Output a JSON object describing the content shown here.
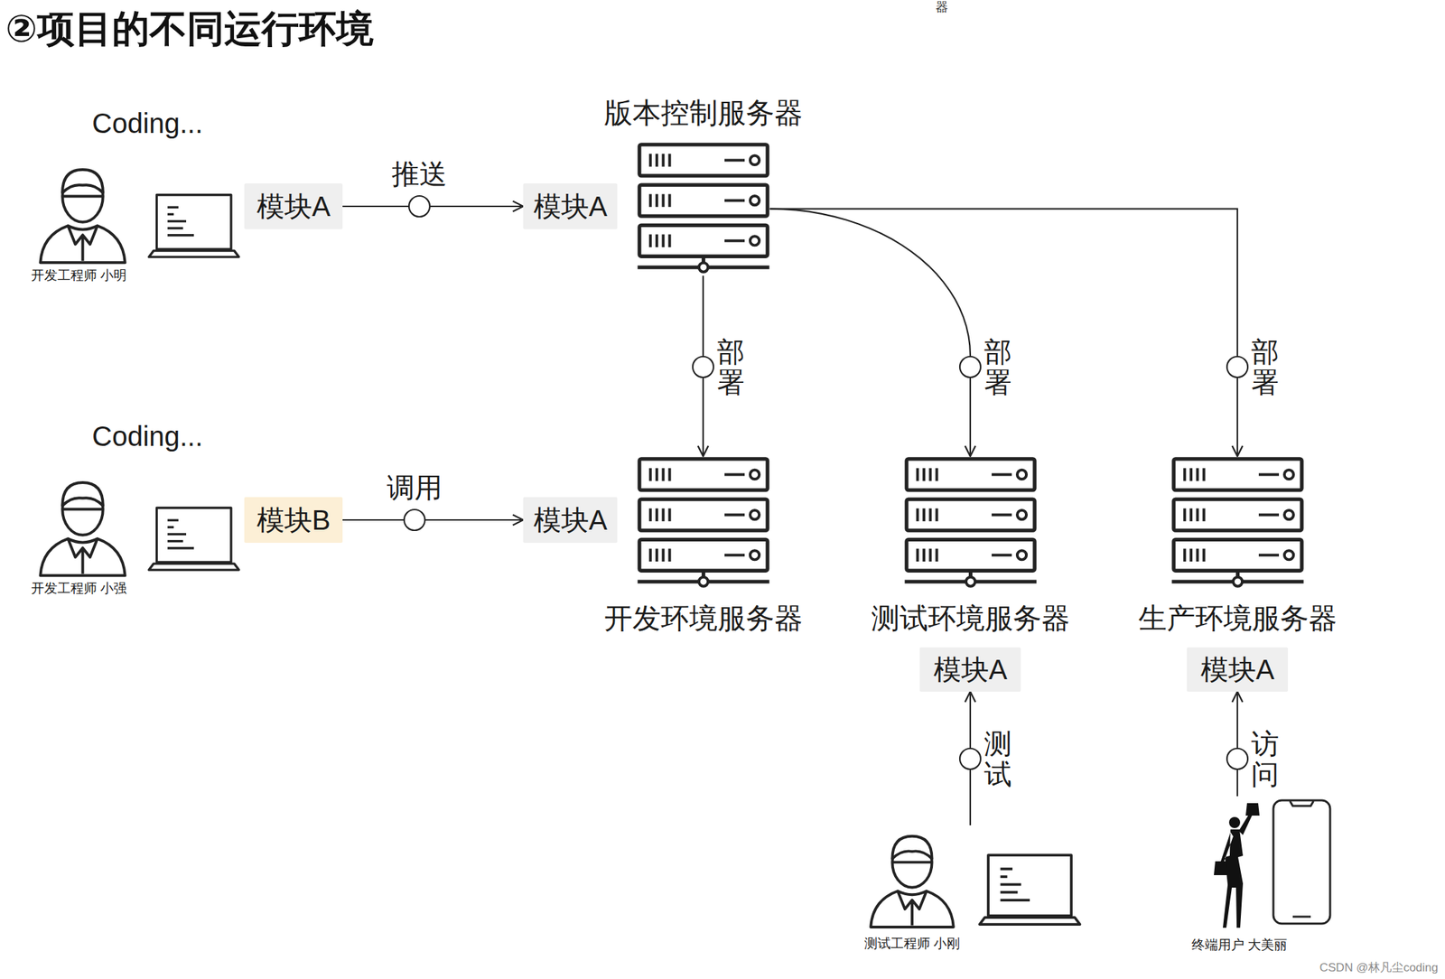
{
  "diagram": {
    "title": "②项目的不同运行环境",
    "nodes": [
      {
        "text": [
          "Coding...",
          "开发工程师 小明"
        ]
      },
      {
        "text": [
          "模块A"
        ]
      },
      {
        "text": [
          "模块A"
        ]
      },
      {
        "text": [
          "版本控制服务器"
        ]
      },
      {
        "text": [
          "Coding...",
          "开发工程师 小强"
        ]
      },
      {
        "text": [
          "模块B"
        ]
      },
      {
        "text": [
          "模块A"
        ]
      },
      {
        "text": [
          "开发环境服务器"
        ]
      },
      {
        "text": [
          "测试环境服务器"
        ]
      },
      {
        "text": [
          "生产环境服务器"
        ]
      },
      {
        "text": [
          "模块A"
        ]
      },
      {
        "text": [
          "模块A"
        ]
      },
      {
        "text": [
          "测试工程师 小刚"
        ]
      },
      {
        "text": [
          "终端用户 大美丽"
        ]
      }
    ],
    "edges": [
      {
        "from": 1,
        "to": 2,
        "label": "推送",
        "arrow": "to"
      },
      {
        "from": 3,
        "to": 7,
        "label": "部署",
        "arrow": "to"
      },
      {
        "from": 3,
        "to": 8,
        "label": "部署",
        "arrow": "to"
      },
      {
        "from": 3,
        "to": 9,
        "label": "部署",
        "arrow": "to"
      },
      {
        "from": 5,
        "to": 6,
        "label": "调用",
        "arrow": "to"
      },
      {
        "from": 12,
        "to": 10,
        "label": "测试",
        "arrow": "to"
      },
      {
        "from": 13,
        "to": 11,
        "label": "访问",
        "arrow": "to"
      }
    ],
    "labels": [
      "器",
      "CSDN @林凡尘coding"
    ]
  }
}
